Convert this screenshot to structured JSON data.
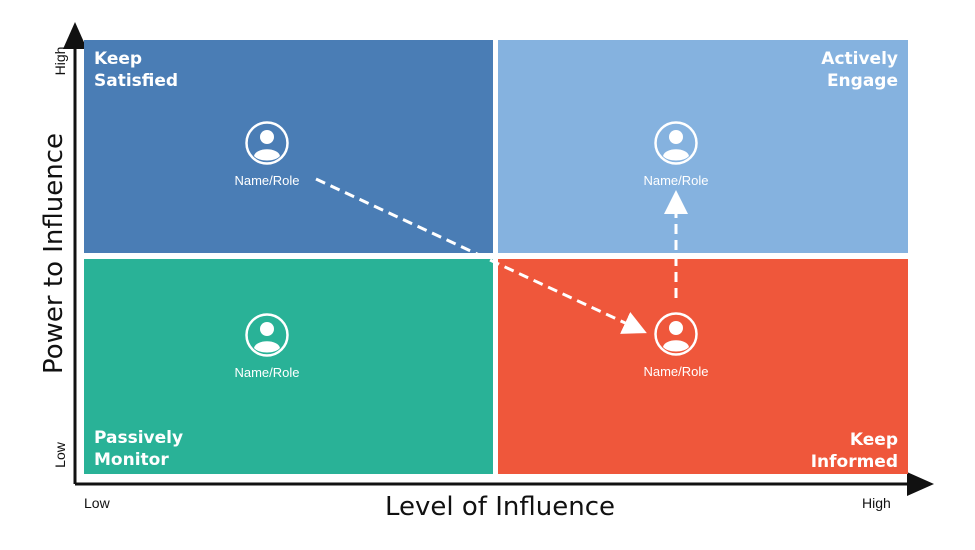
{
  "axes": {
    "y_label": "Power to Influence",
    "x_label": "Level of Influence",
    "y_high": "High",
    "y_low": "Low",
    "x_low": "Low",
    "x_high": "High"
  },
  "quadrants": {
    "top_left": {
      "line1": "Keep",
      "line2": "Satisfied",
      "color": "#4a7db5"
    },
    "top_right": {
      "line1": "Actively",
      "line2": "Engage",
      "color": "#85b2df"
    },
    "bottom_left": {
      "line1": "Passively",
      "line2": "Monitor",
      "color": "#29b297"
    },
    "bottom_right": {
      "line1": "Keep",
      "line2": "Informed",
      "color": "#ef573b"
    }
  },
  "stakeholders": [
    {
      "label": "Name/Role",
      "icon": "user-avatar-icon"
    },
    {
      "label": "Name/Role",
      "icon": "user-avatar-icon"
    },
    {
      "label": "Name/Role",
      "icon": "user-avatar-icon"
    },
    {
      "label": "Name/Role",
      "icon": "user-avatar-icon"
    }
  ]
}
